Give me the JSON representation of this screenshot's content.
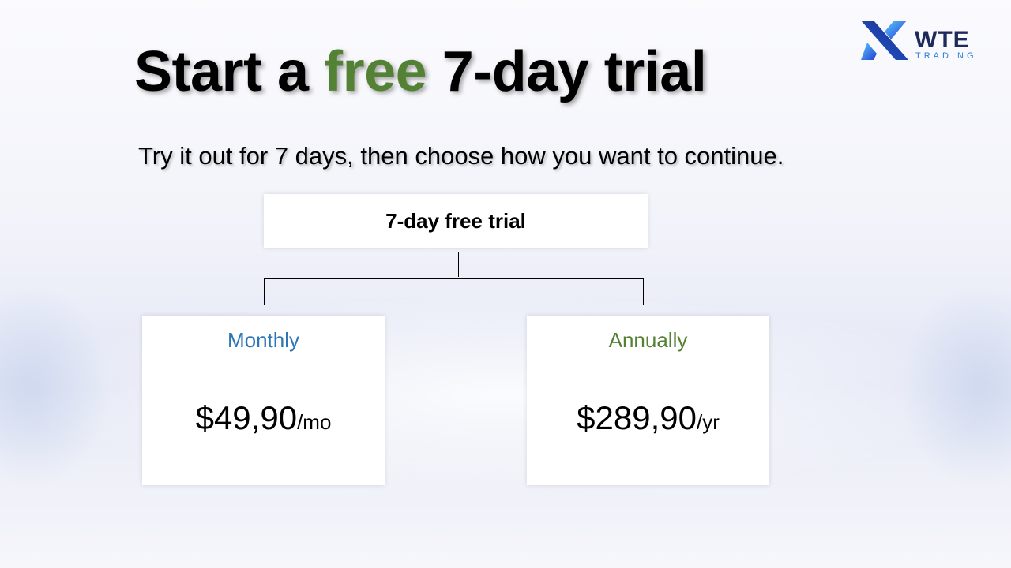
{
  "title": {
    "part1": "Start a ",
    "accent": "free",
    "part2": " 7-day trial"
  },
  "subtitle": "Try it out for 7 days, then choose how you want to continue.",
  "trial_box": {
    "label": "7-day free trial"
  },
  "plans": [
    {
      "name": "Monthly",
      "price": "$49,90",
      "unit": "/mo"
    },
    {
      "name": "Annually",
      "price": "$289,90",
      "unit": "/yr"
    }
  ],
  "logo": {
    "name": "WTE",
    "sub": "TRADING"
  },
  "colors": {
    "accent_green": "#548235",
    "accent_blue": "#2e75b6",
    "logo_navy": "#1f2a5c"
  }
}
